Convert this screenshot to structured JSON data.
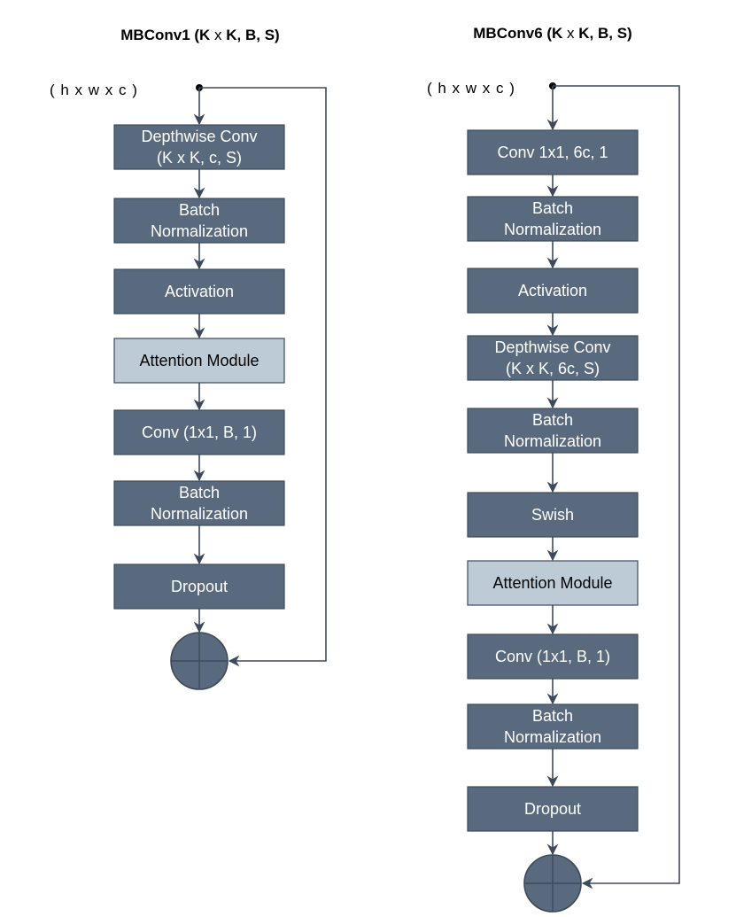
{
  "mbconv1": {
    "title_a": "MBConv1 (K ",
    "title_x": "x",
    "title_b": " K, B, S)",
    "input_label": "( h x w x c )",
    "blocks": [
      {
        "lines": [
          "Depthwise Conv",
          "(K x K, c, S)"
        ],
        "style": "dark"
      },
      {
        "lines": [
          "Batch",
          "Normalization"
        ],
        "style": "dark"
      },
      {
        "lines": [
          "Activation"
        ],
        "style": "dark"
      },
      {
        "lines": [
          "Attention Module"
        ],
        "style": "light"
      },
      {
        "lines": [
          "Conv (1x1, B, 1)"
        ],
        "style": "dark"
      },
      {
        "lines": [
          "Batch",
          "Normalization"
        ],
        "style": "dark"
      },
      {
        "lines": [
          "Dropout"
        ],
        "style": "dark"
      }
    ]
  },
  "mbconv6": {
    "title_a": "MBConv6 (K ",
    "title_x": "x",
    "title_b": " K, B, S)",
    "input_label": "( h x w x c )",
    "blocks": [
      {
        "lines": [
          "Conv 1x1, 6c, 1"
        ],
        "style": "dark"
      },
      {
        "lines": [
          "Batch",
          "Normalization"
        ],
        "style": "dark"
      },
      {
        "lines": [
          "Activation"
        ],
        "style": "dark"
      },
      {
        "lines": [
          "Depthwise Conv",
          "(K x K, 6c, S)"
        ],
        "style": "dark"
      },
      {
        "lines": [
          "Batch",
          "Normalization"
        ],
        "style": "dark"
      },
      {
        "lines": [
          "Swish"
        ],
        "style": "dark"
      },
      {
        "lines": [
          "Attention Module"
        ],
        "style": "light"
      },
      {
        "lines": [
          "Conv (1x1, B, 1)"
        ],
        "style": "dark"
      },
      {
        "lines": [
          "Batch",
          "Normalization"
        ],
        "style": "dark"
      },
      {
        "lines": [
          "Dropout"
        ],
        "style": "dark"
      }
    ]
  }
}
